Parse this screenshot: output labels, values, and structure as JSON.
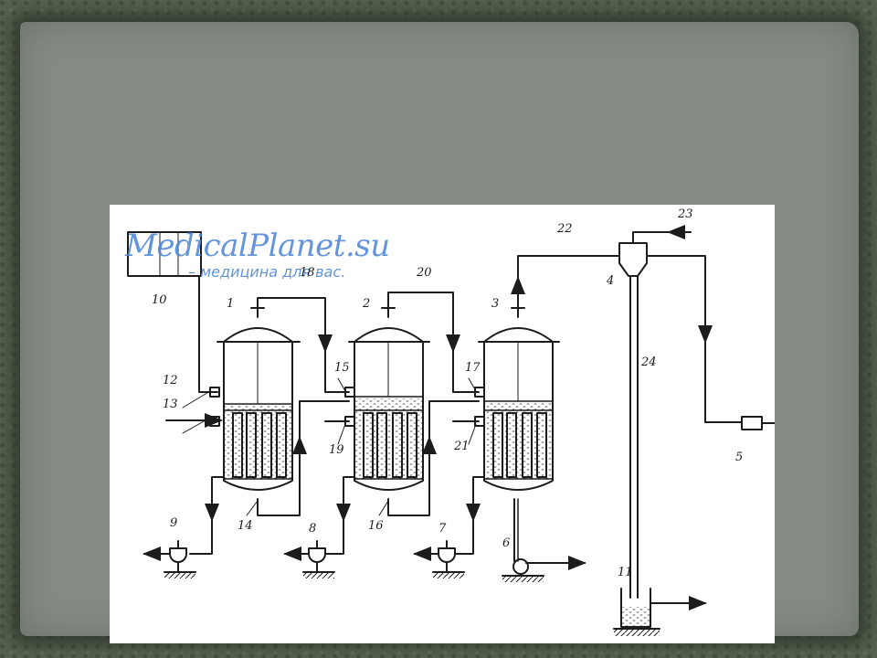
{
  "watermark": {
    "site": "MedicalPlanet.su",
    "tagline": "– медицина для вас."
  },
  "labels": {
    "l1": "1",
    "l2": "2",
    "l3": "3",
    "l4": "4",
    "l5": "5",
    "l6": "6",
    "l7": "7",
    "l8": "8",
    "l9": "9",
    "l10": "10",
    "l11": "11",
    "l12": "12",
    "l13": "13",
    "l14": "14",
    "l15": "15",
    "l16": "16",
    "l17": "17",
    "l18": "18",
    "l19": "19",
    "l20": "20",
    "l21": "21",
    "l22": "22",
    "l23": "23",
    "l24": "24"
  },
  "colors": {
    "frame": "#56624f",
    "panel": "#848b83",
    "watermark": "#4f86d4",
    "ink": "#1c1c1c"
  }
}
